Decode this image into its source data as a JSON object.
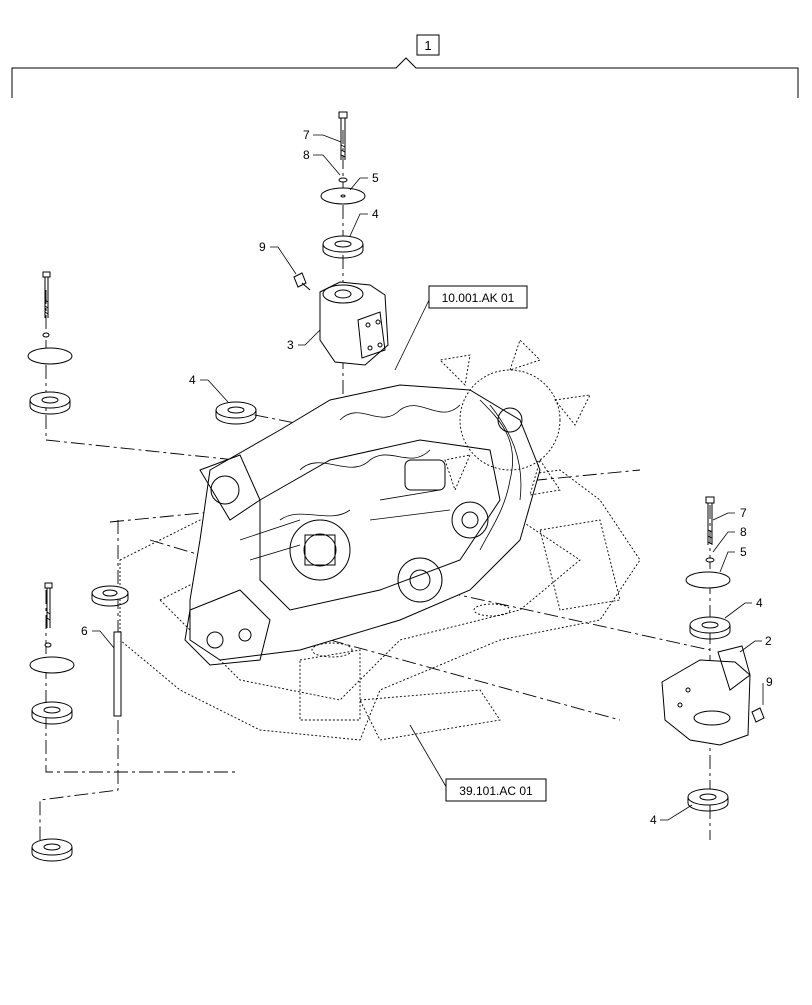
{
  "assembly_label": "1",
  "references": {
    "engine": "10.001.AK 01",
    "frame": "39.101.AC 01"
  },
  "callouts": {
    "top_bolt": "7",
    "top_washer_small": "8",
    "top_washer": "5",
    "top_mount": "4",
    "top_screw": "9",
    "cover": "3",
    "left_mount": "4",
    "rod": "6",
    "right_bolt": "7",
    "right_washer_small": "8",
    "right_washer": "5",
    "right_mount": "4",
    "bracket": "2",
    "right_screw": "9",
    "bottom_mount": "4"
  }
}
